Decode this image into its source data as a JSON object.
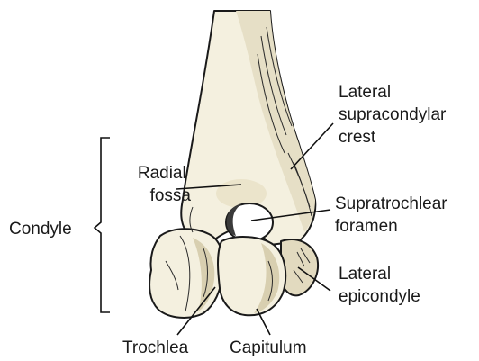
{
  "colors": {
    "bone_light": "#f4f0df",
    "bone_shade": "#e6dfc6",
    "bone_dark": "#c9c0a0",
    "cavity": "#3a3a3a",
    "ink": "#1a1a1a"
  },
  "labels": {
    "lateral_supracondylar_crest": [
      "Lateral",
      "supracondylar",
      "crest"
    ],
    "radial_fossa": [
      "Radial",
      "fossa"
    ],
    "supratrochlear_foramen": [
      "Supratrochlear",
      "foramen"
    ],
    "condyle": "Condyle",
    "lateral_epicondyle": [
      "Lateral",
      "epicondyle"
    ],
    "trochlea": "Trochlea",
    "capitulum": "Capitulum"
  }
}
